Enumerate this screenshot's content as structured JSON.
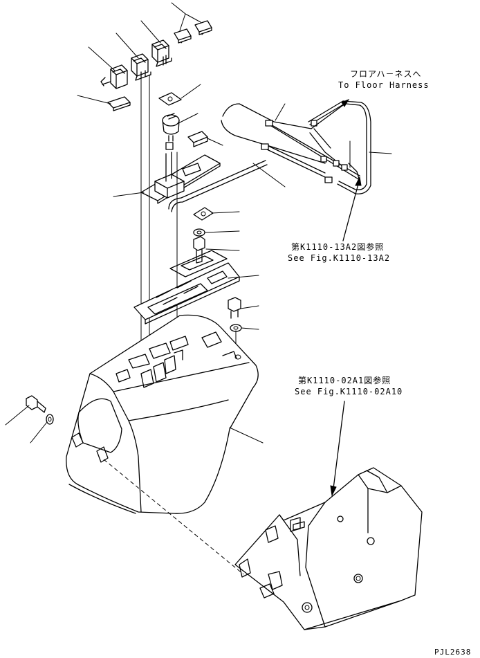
{
  "annotations": {
    "floor_harness_jp": "フロアハ－ネスへ",
    "floor_harness_en": "To Floor Harness",
    "ref1_jp": "第K1110-13A2図参照",
    "ref1_en": "See Fig.K1110-13A2",
    "ref2_jp": "第K1110-02A1図参照",
    "ref2_en": "See Fig.K1110-02A10",
    "drawing_code": "PJL2638"
  }
}
